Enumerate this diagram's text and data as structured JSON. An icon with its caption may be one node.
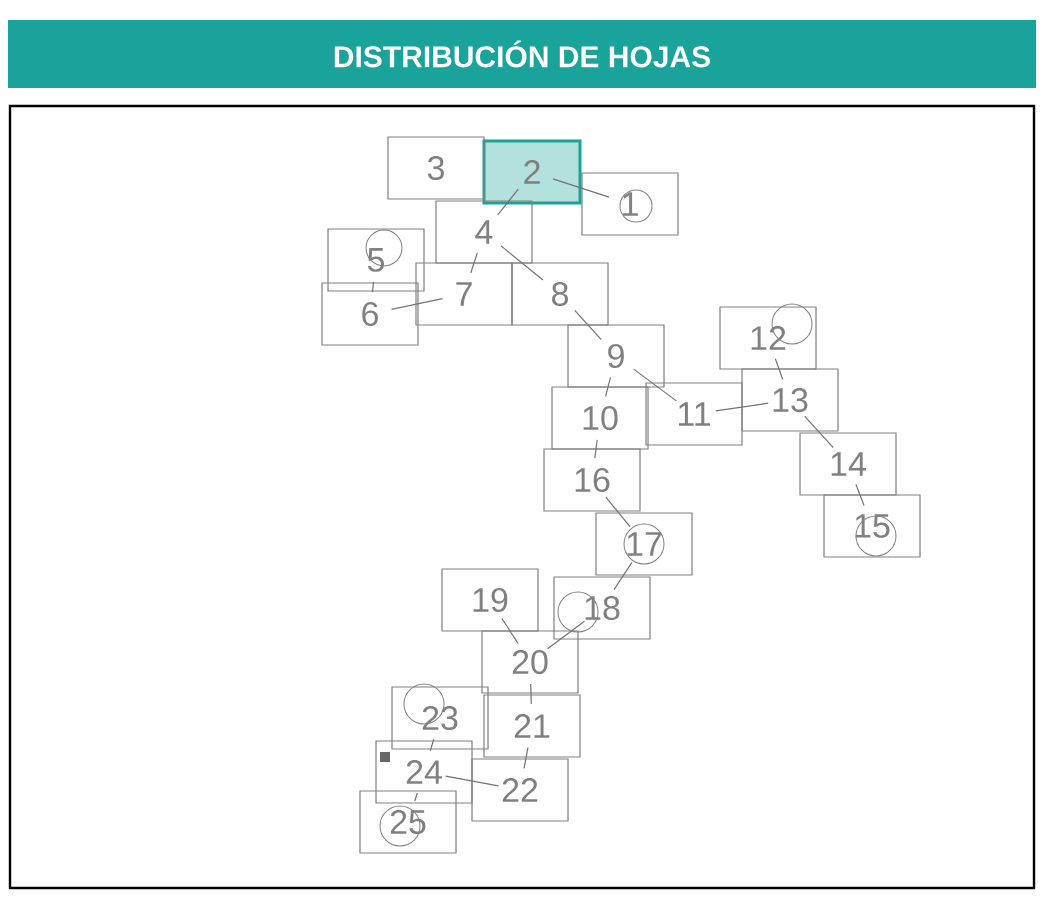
{
  "diagram": {
    "title": "DISTRIBUCIÓN DE HOJAS",
    "nodes": [
      {
        "text": [
          "1"
        ]
      },
      {
        "text": [
          "2"
        ]
      },
      {
        "text": [
          "3"
        ]
      },
      {
        "text": [
          "4"
        ]
      },
      {
        "text": [
          "5"
        ]
      },
      {
        "text": [
          "6"
        ]
      },
      {
        "text": [
          "7"
        ]
      },
      {
        "text": [
          "8"
        ]
      },
      {
        "text": [
          "9"
        ]
      },
      {
        "text": [
          "10"
        ]
      },
      {
        "text": [
          "11"
        ]
      },
      {
        "text": [
          "12"
        ]
      },
      {
        "text": [
          "13"
        ]
      },
      {
        "text": [
          "14"
        ]
      },
      {
        "text": [
          "15"
        ]
      },
      {
        "text": [
          "16"
        ]
      },
      {
        "text": [
          "17"
        ]
      },
      {
        "text": [
          "18"
        ]
      },
      {
        "text": [
          "19"
        ]
      },
      {
        "text": [
          "20"
        ]
      },
      {
        "text": [
          "21"
        ]
      },
      {
        "text": [
          "22"
        ]
      },
      {
        "text": [
          "23"
        ]
      },
      {
        "text": [
          "24"
        ]
      },
      {
        "text": [
          "25"
        ]
      }
    ],
    "edges": [
      {
        "from": 0,
        "to": 1,
        "arrow": "none"
      },
      {
        "from": 1,
        "to": 3,
        "arrow": "none"
      },
      {
        "from": 3,
        "to": 7,
        "arrow": "none"
      },
      {
        "from": 7,
        "to": 8,
        "arrow": "none"
      },
      {
        "from": 8,
        "to": 10,
        "arrow": "none"
      },
      {
        "from": 10,
        "to": 12,
        "arrow": "none"
      },
      {
        "from": 12,
        "to": 11,
        "arrow": "none"
      },
      {
        "from": 12,
        "to": 13,
        "arrow": "none"
      },
      {
        "from": 13,
        "to": 14,
        "arrow": "none"
      },
      {
        "from": 8,
        "to": 9,
        "arrow": "none"
      },
      {
        "from": 9,
        "to": 15,
        "arrow": "none"
      },
      {
        "from": 15,
        "to": 16,
        "arrow": "none"
      },
      {
        "from": 16,
        "to": 17,
        "arrow": "none"
      },
      {
        "from": 17,
        "to": 19,
        "arrow": "none"
      },
      {
        "from": 19,
        "to": 18,
        "arrow": "none"
      },
      {
        "from": 19,
        "to": 20,
        "arrow": "none"
      },
      {
        "from": 20,
        "to": 21,
        "arrow": "none"
      },
      {
        "from": 21,
        "to": 23,
        "arrow": "none"
      },
      {
        "from": 23,
        "to": 22,
        "arrow": "none"
      },
      {
        "from": 23,
        "to": 24,
        "arrow": "none"
      },
      {
        "from": 3,
        "to": 6,
        "arrow": "none"
      },
      {
        "from": 6,
        "to": 5,
        "arrow": "none"
      },
      {
        "from": 5,
        "to": 4,
        "arrow": "none"
      }
    ]
  }
}
